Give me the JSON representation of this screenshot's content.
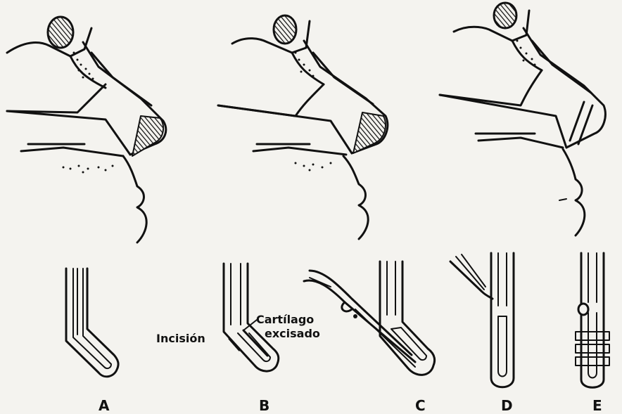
{
  "panels": [
    {
      "letter": "A"
    },
    {
      "letter": "B"
    },
    {
      "letter": "C"
    },
    {
      "letter": "D"
    },
    {
      "letter": "E"
    }
  ],
  "annotations": {
    "incision": "Incisión",
    "cartilage_line1": "Cartílago",
    "cartilage_line2": "excisado"
  }
}
